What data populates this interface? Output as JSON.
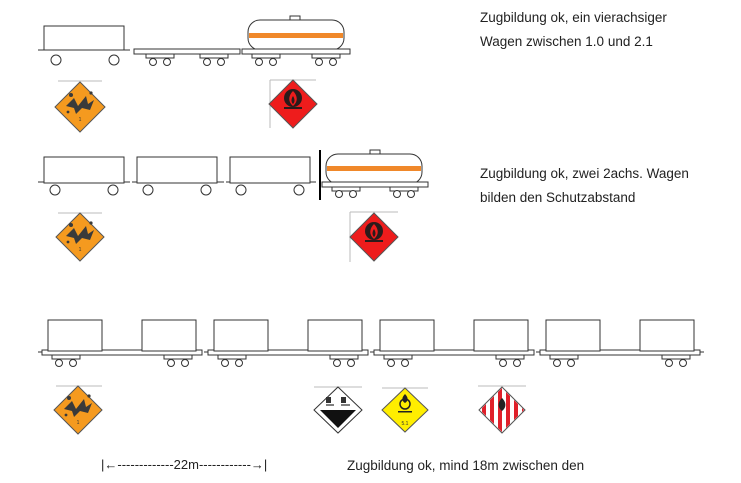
{
  "captions": {
    "row1_line1": "Zugbildung ok, ein vierachsiger",
    "row1_line2": "Wagen zwischen 1.0 und 2.1",
    "row2_line1": "Zugbildung ok, zwei 2achs. Wagen",
    "row2_line2": "bilden den Schutzabstand",
    "row3_line1": "Zugbildung ok, mind 18m zwischen den"
  },
  "distance_label": "|←-------------22m------------→|",
  "icons": {
    "explosive": "explosive-placard-1-icon",
    "flammable_liquid": "flammable-liquid-placard-3-icon",
    "corrosive": "corrosive-placard-8-icon",
    "oxidizer": "oxidizer-placard-5-1-icon",
    "flammable_solid": "flammable-solid-placard-4-1-icon"
  },
  "colors": {
    "explosive_orange": "#f59a1f",
    "flammable_red": "#ee1c1c",
    "oxidizer_yellow": "#ffee00",
    "tank_stripe": "#f0882a",
    "solid_stripe": "#e0202a"
  }
}
